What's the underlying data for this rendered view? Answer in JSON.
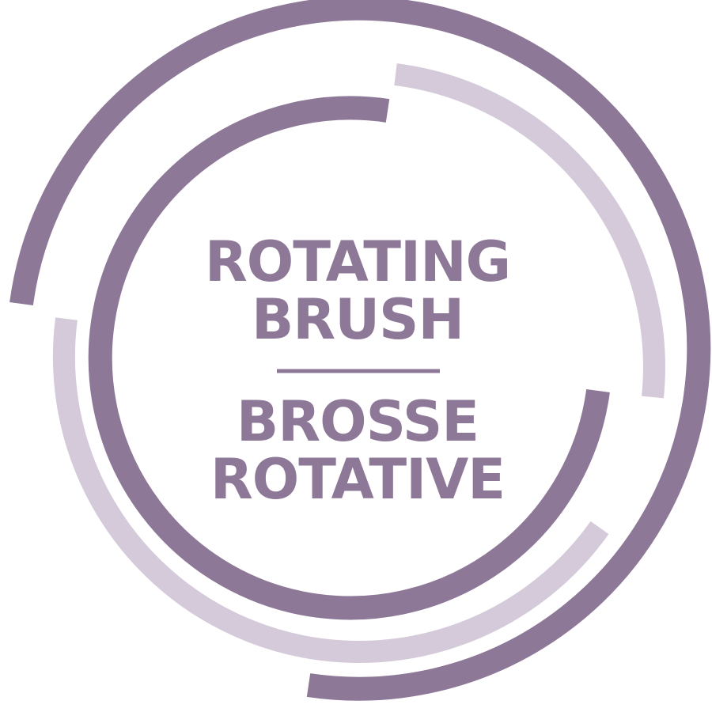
{
  "colors": {
    "dark_purple": "#8E7898",
    "light_purple": "#D4CAD9",
    "background": "#FFFFFF"
  },
  "badge": {
    "line1": "ROTATING",
    "line2": "BRUSH",
    "line3": "BROSSE",
    "line4": "ROTATIVE"
  }
}
